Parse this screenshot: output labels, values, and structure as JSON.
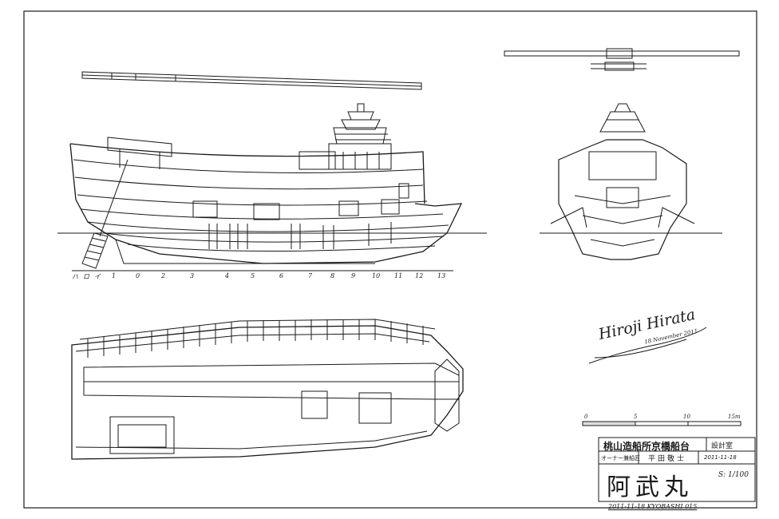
{
  "drawing": {
    "station_labels": [
      "ハ",
      "ロ",
      "イ",
      "1",
      "0",
      "2",
      "3",
      "4",
      "5",
      "6",
      "7",
      "8",
      "9",
      "10",
      "11",
      "12",
      "13"
    ],
    "scale_bar": {
      "labels": [
        "0",
        "5",
        "10",
        "15m"
      ]
    },
    "signature": {
      "name": "Hiroji Hirata",
      "date": "18 November 2011"
    },
    "title_block": {
      "company": "桃山造船所京橋船台",
      "department": "設計室",
      "role": "オーナー兼船匠",
      "designer": "平田敬士",
      "date": "2011-11-18",
      "ship_name": "阿武丸",
      "scale": "S: 1/100",
      "footer": "2011-11-18 KYOBASHI 015"
    }
  },
  "colors": {
    "ink": "#1a1a1a",
    "paper": "#ffffff"
  }
}
